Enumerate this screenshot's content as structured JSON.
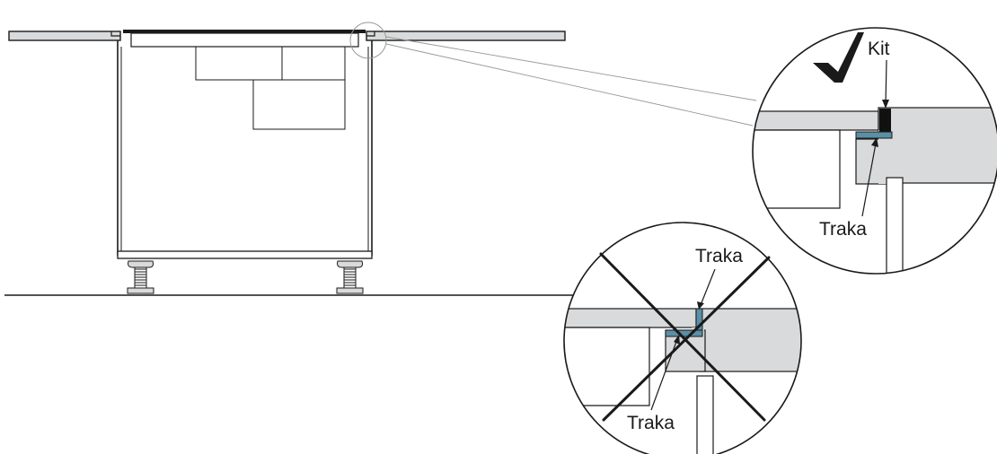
{
  "labels": {
    "kit": "Kit",
    "traka_correct": "Traka",
    "traka_wrong_top": "Traka",
    "traka_wrong_bottom": "Traka"
  },
  "colors": {
    "line": "#1a1a1a",
    "counter_fill": "#d9dadb",
    "counter_edge": "#9a9b9c",
    "tape": "#5b8fa6",
    "sealant": "#111111"
  },
  "icons": {
    "correct_mark": "check-mark-icon",
    "wrong_mark": "x-cross-icon"
  }
}
